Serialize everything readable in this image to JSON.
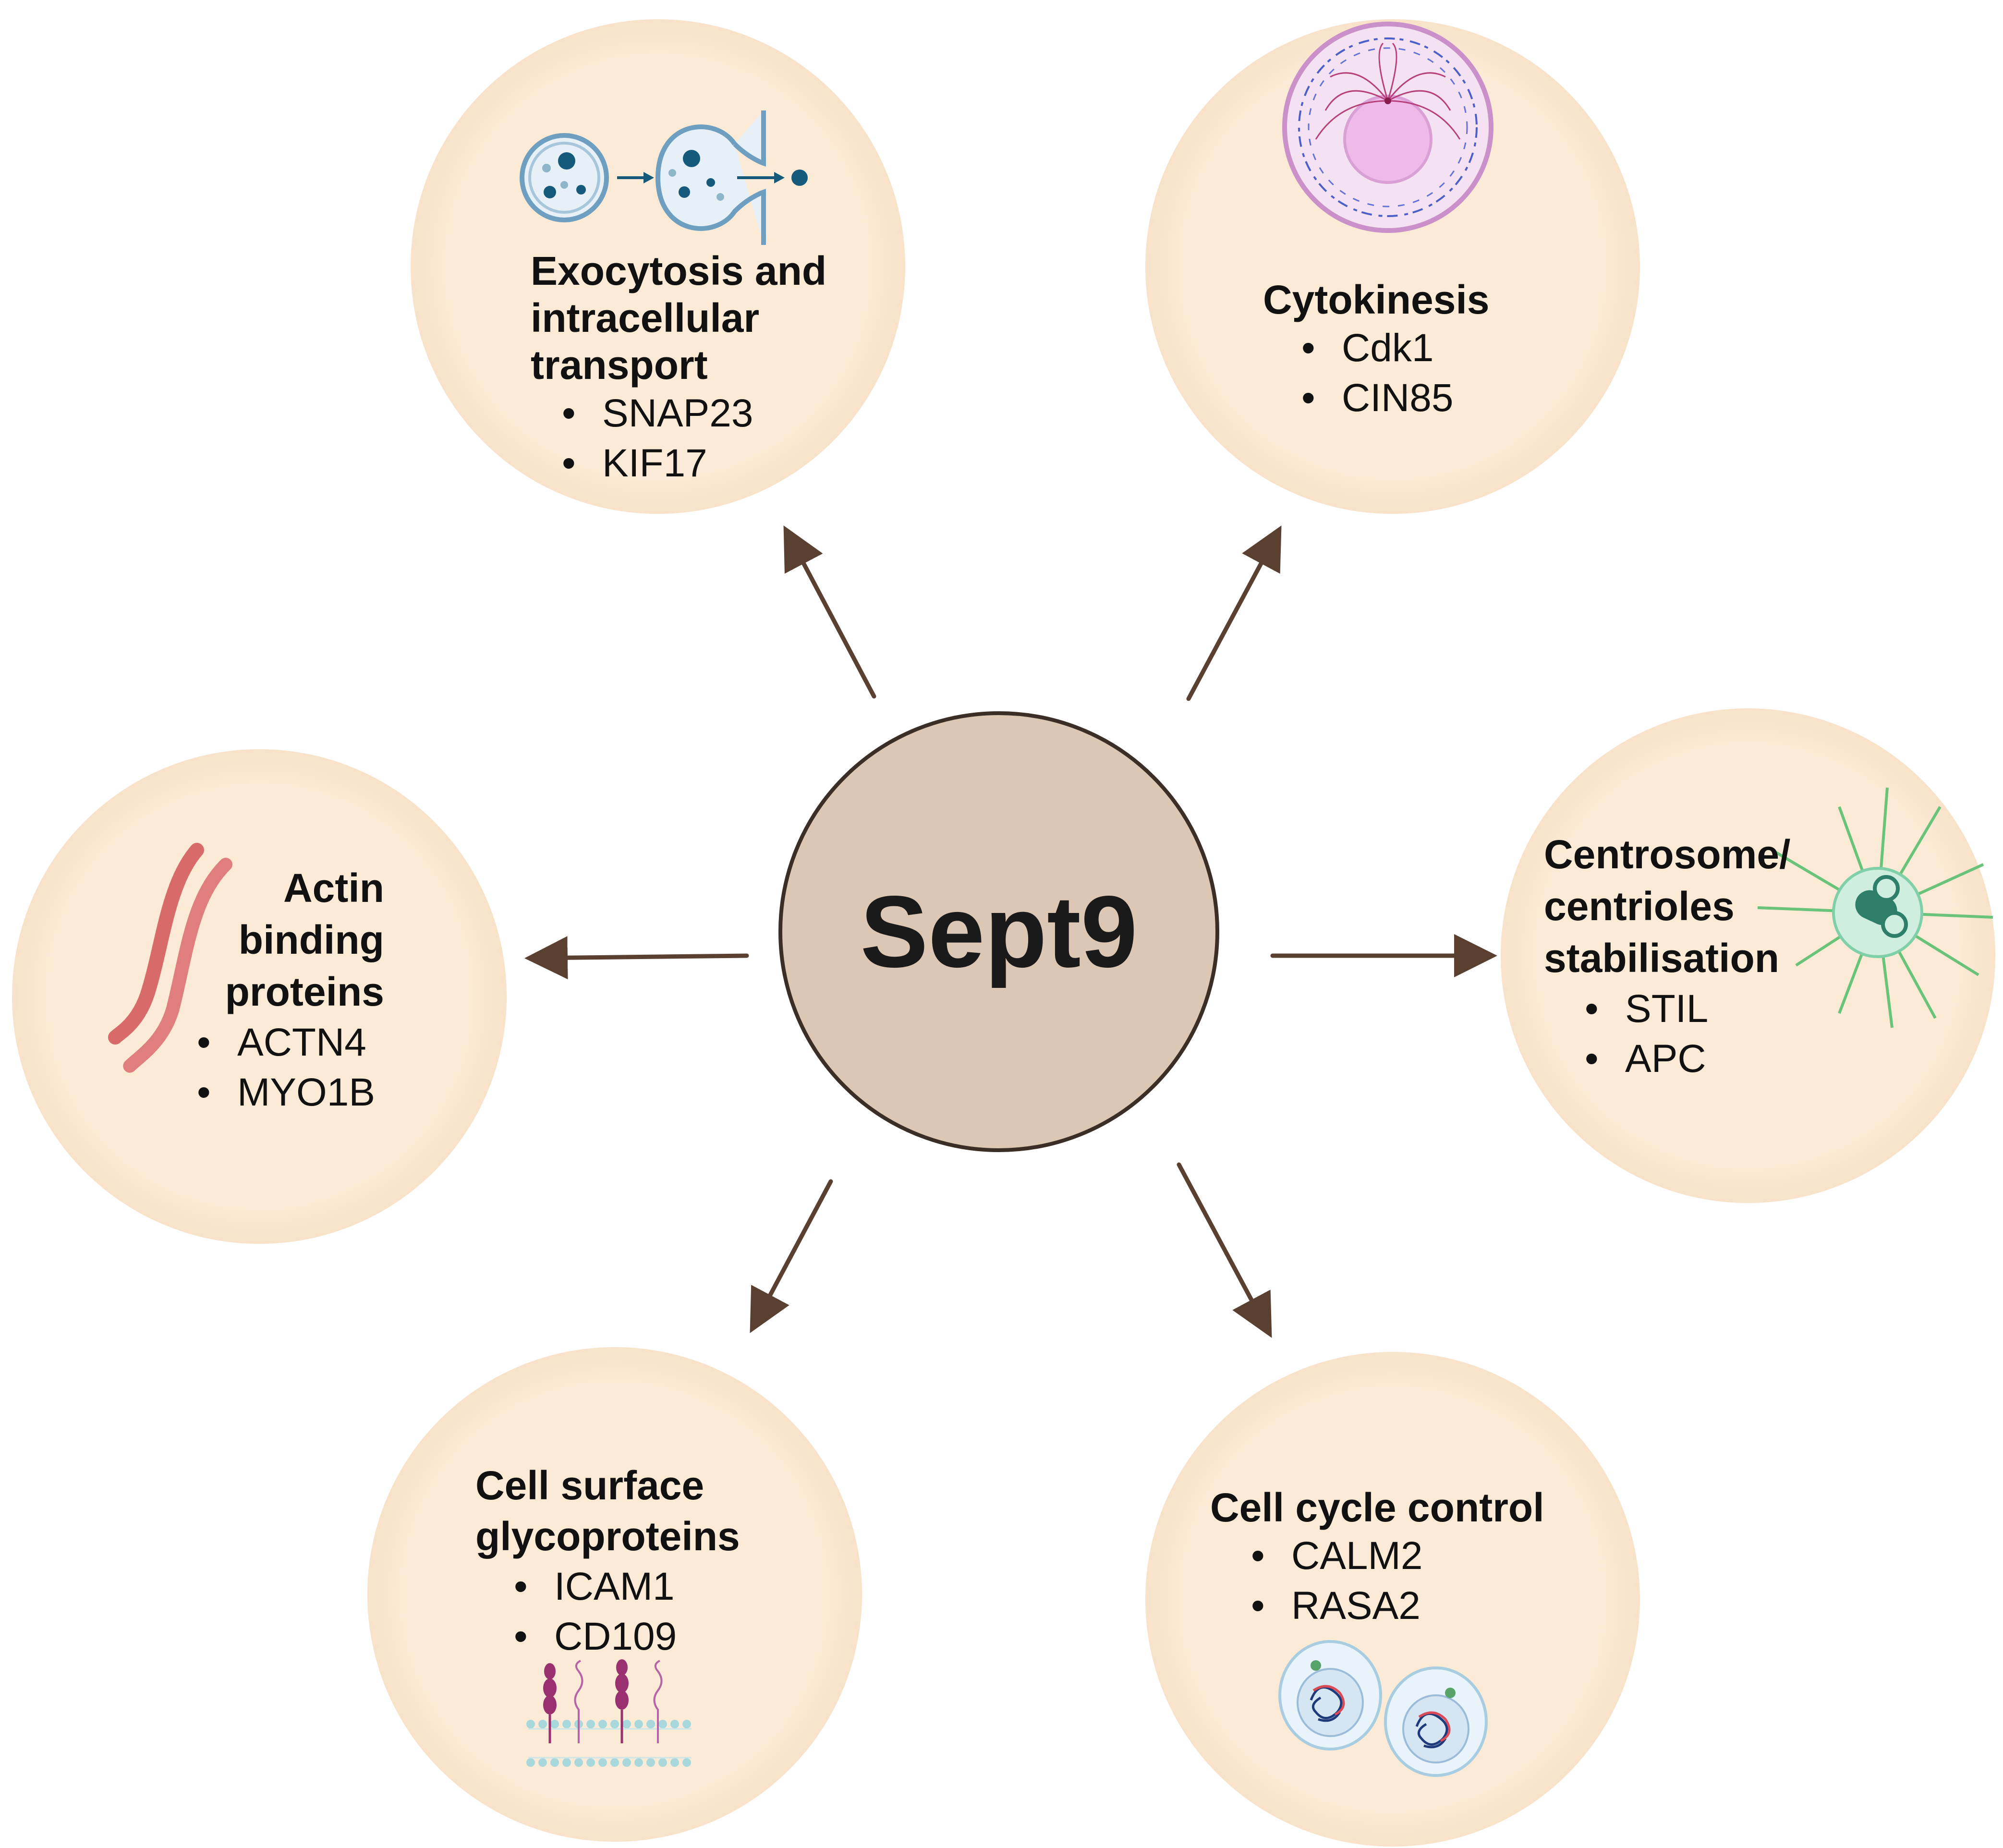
{
  "center": {
    "label": "Sept9"
  },
  "colors": {
    "bubble": "#fbead6",
    "center_fill": "#dcc6b4",
    "center_stroke": "#3a2e26",
    "arrow": "#5a4030"
  },
  "nodes": [
    {
      "id": "exocytosis",
      "title": [
        "Exocytosis and",
        "intracellular",
        "transport"
      ],
      "items": [
        "SNAP23",
        "KIF17"
      ],
      "icon": "vesicle-fusion-icon"
    },
    {
      "id": "cytokinesis",
      "title": [
        "Cytokinesis"
      ],
      "items": [
        "Cdk1",
        "CIN85"
      ],
      "icon": "dividing-cell-icon"
    },
    {
      "id": "centrosome",
      "title": [
        "Centrosome/",
        "centrioles",
        "stabilisation"
      ],
      "items": [
        "STIL",
        "APC"
      ],
      "icon": "centrosome-icon"
    },
    {
      "id": "cell-cycle",
      "title": [
        "Cell cycle control"
      ],
      "items": [
        "CALM2",
        "RASA2"
      ],
      "icon": "nucleus-cells-icon"
    },
    {
      "id": "glycoproteins",
      "title": [
        "Cell surface",
        "glycoproteins"
      ],
      "items": [
        "ICAM1",
        "CD109"
      ],
      "icon": "membrane-glycoprotein-icon"
    },
    {
      "id": "actin",
      "title": [
        "Actin",
        "binding",
        "proteins"
      ],
      "items": [
        "ACTN4",
        "MYO1B"
      ],
      "icon": "actin-filament-icon"
    }
  ]
}
